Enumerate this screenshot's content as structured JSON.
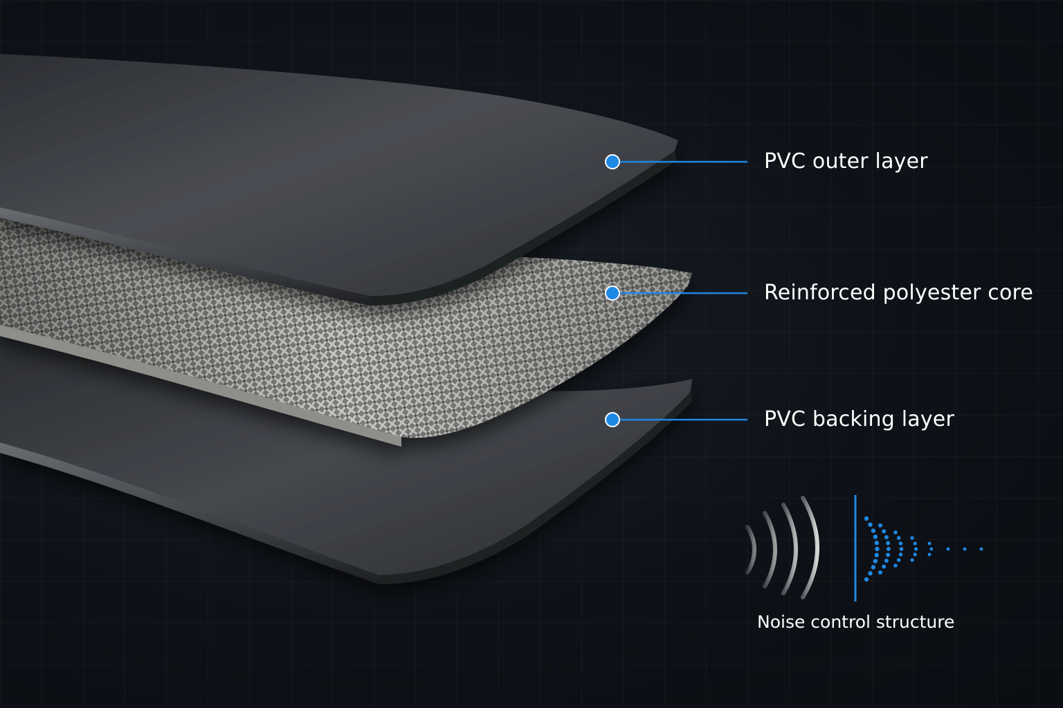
{
  "layers": [
    {
      "label": "PVC outer layer"
    },
    {
      "label": "Reinforced polyester core"
    },
    {
      "label": "PVC backing layer"
    }
  ],
  "noise_control": {
    "label": "Noise control structure"
  },
  "colors": {
    "accent": "#1e88e5",
    "label_text": "#ffffff",
    "pvc_sheet": "#3c3f44",
    "mesh_core": "#a9a9a6"
  }
}
